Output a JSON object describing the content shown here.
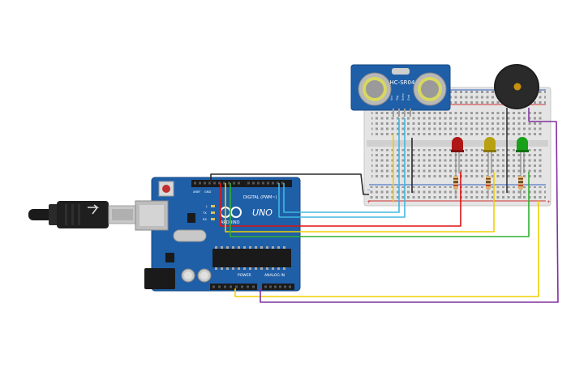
{
  "sensor": {
    "model_label": "HC-SR04",
    "pin_labels": [
      "Vcc",
      "Trig",
      "Echo",
      "Gnd"
    ]
  },
  "arduino": {
    "brand_label": "ARDUINO",
    "model_label": "UNO",
    "digital_label": "DIGITAL (PWM~)",
    "power_label": "POWER",
    "analog_label": "ANALOG IN",
    "tx_label": "TX",
    "rx_label": "RX",
    "l_label": "L",
    "on_label": "ON",
    "aref_label": "AREF",
    "gnd_label": "GND"
  },
  "leds": [
    {
      "color": "red",
      "hex": "#b01818"
    },
    {
      "color": "yellow",
      "hex": "#b8a010"
    },
    {
      "color": "green",
      "hex": "#18a018"
    }
  ],
  "wire_colors": {
    "black": "#2a2a2a",
    "yellow": "#f0d000",
    "light_blue": "#40b8e0",
    "red": "#e01010",
    "green": "#30b030",
    "purple": "#8030a0"
  }
}
